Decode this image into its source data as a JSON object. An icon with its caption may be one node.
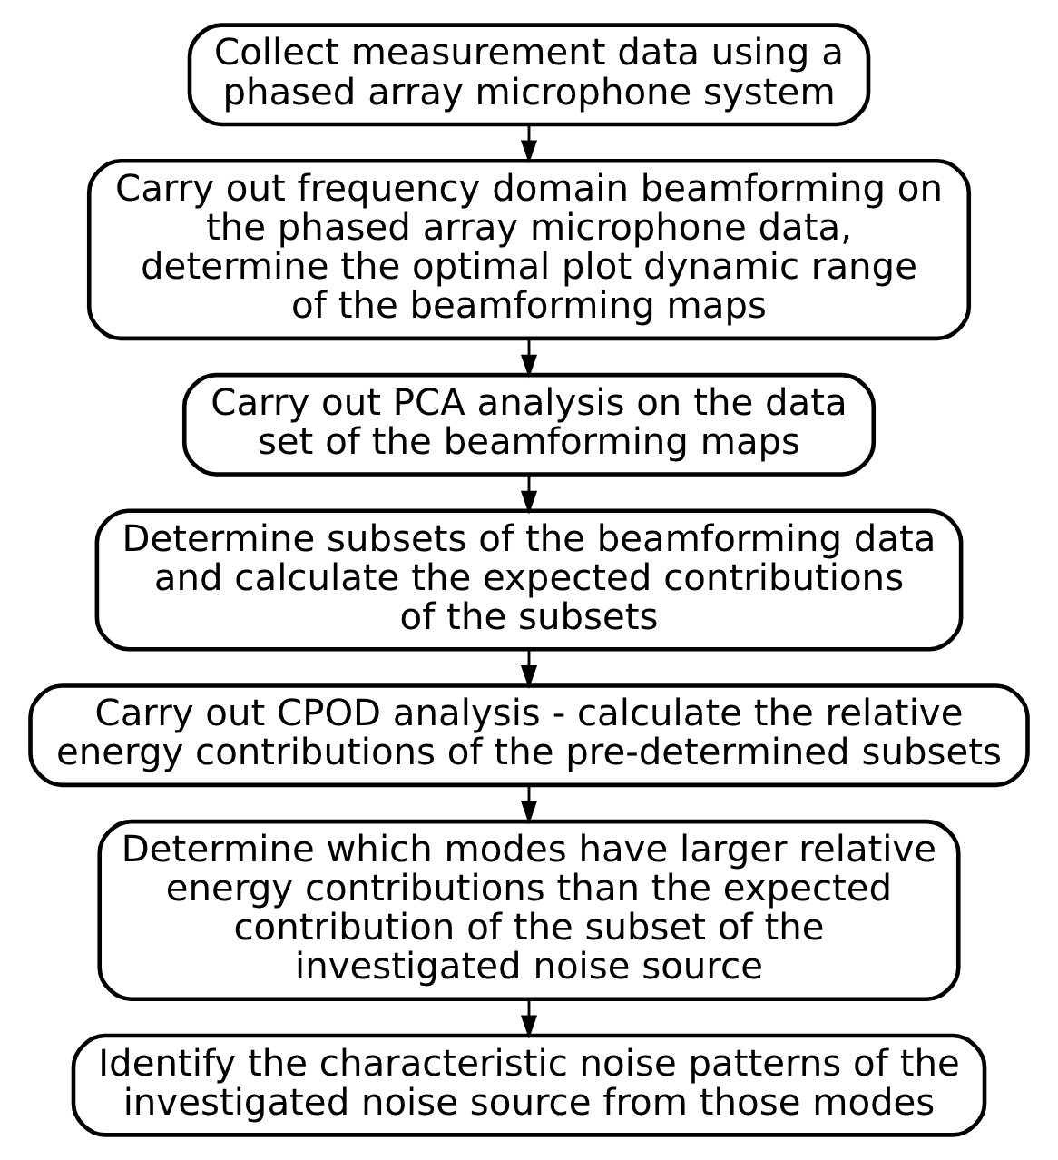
{
  "diagram": {
    "nodes": [
      {
        "text": [
          "Collect measurement data using a phased array microphone system"
        ]
      },
      {
        "text": [
          "Carry out frequency domain beamforming on the phased array microphone data, determine the optimal plot dynamic range of the beamforming maps"
        ]
      },
      {
        "text": [
          "Carry out PCA analysis on the data set of the beamforming maps"
        ]
      },
      {
        "text": [
          "Determine subsets of the beamforming data and calculate the expected contributions of the subsets"
        ]
      },
      {
        "text": [
          "Carry out CPOD analysis - calculate the relative energy contributions of the pre-determined subsets"
        ]
      },
      {
        "text": [
          "Determine which modes have larger relative energy contributions than the expected contribution of the subset of the investigated noise source"
        ]
      },
      {
        "text": [
          "Identify the characteristic noise patterns of the investigated noise source from those modes"
        ]
      }
    ],
    "edges": [
      {
        "from": 0,
        "to": 1,
        "arrow": "to"
      },
      {
        "from": 1,
        "to": 2,
        "arrow": "to"
      },
      {
        "from": 2,
        "to": 3,
        "arrow": "to"
      },
      {
        "from": 3,
        "to": 4,
        "arrow": "to"
      },
      {
        "from": 4,
        "to": 5,
        "arrow": "to"
      },
      {
        "from": 5,
        "to": 6,
        "arrow": "to"
      }
    ]
  }
}
